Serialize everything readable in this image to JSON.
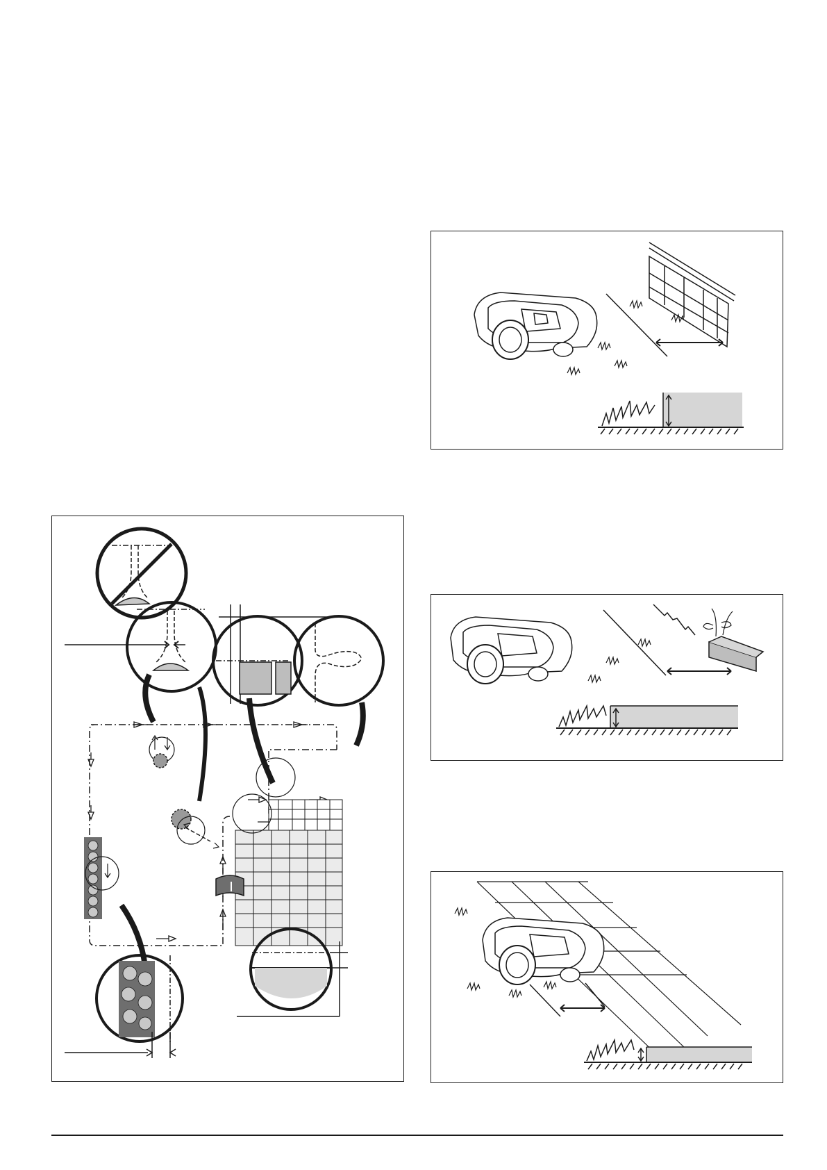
{
  "page": {
    "figures": [
      {
        "id": "boundary-layout",
        "icon": "boundary-wire-layout-illustration"
      },
      {
        "id": "wall-obstacle",
        "icon": "mower-wall-distance-illustration"
      },
      {
        "id": "flower-bed",
        "icon": "mower-flowerbed-distance-illustration"
      },
      {
        "id": "paved-path",
        "icon": "mower-paving-distance-illustration"
      }
    ],
    "colors": {
      "ink": "#1a1a1a",
      "fill_light": "#d6d6d6",
      "fill_mid": "#bdbdbd",
      "bush_dark": "#6e6e6e",
      "bush_light": "#c8c8c8"
    }
  }
}
